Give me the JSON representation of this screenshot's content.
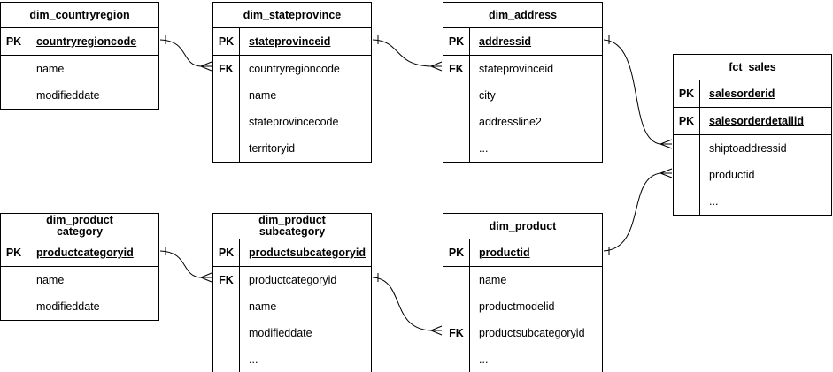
{
  "colors": {
    "line": "#000000",
    "text": "#000000",
    "background": "#ffffff"
  },
  "tables": [
    {
      "title": "dim_countryregion",
      "rows": [
        {
          "key": "PK",
          "name": "countryregioncode"
        },
        {
          "key": "",
          "name": "name"
        },
        {
          "key": "",
          "name": "modifieddate"
        }
      ]
    },
    {
      "title": "dim_stateprovince",
      "rows": [
        {
          "key": "PK",
          "name": "stateprovinceid"
        },
        {
          "key": "FK",
          "name": "countryregioncode"
        },
        {
          "key": "",
          "name": "name"
        },
        {
          "key": "",
          "name": "stateprovincecode"
        },
        {
          "key": "",
          "name": "territoryid"
        }
      ]
    },
    {
      "title": "dim_address",
      "rows": [
        {
          "key": "PK",
          "name": "addressid"
        },
        {
          "key": "FK",
          "name": "stateprovinceid"
        },
        {
          "key": "",
          "name": "city"
        },
        {
          "key": "",
          "name": "addressline2"
        },
        {
          "key": "",
          "name": "..."
        }
      ]
    },
    {
      "title": "fct_sales",
      "rows": [
        {
          "key": "PK",
          "name": "salesorderid"
        },
        {
          "key": "PK",
          "name": "salesorderdetailid"
        },
        {
          "key": "",
          "name": "shiptoaddressid"
        },
        {
          "key": "",
          "name": "productid"
        },
        {
          "key": "",
          "name": "..."
        }
      ]
    },
    {
      "title": "dim_product\ncategory",
      "rows": [
        {
          "key": "PK",
          "name": "productcategoryid"
        },
        {
          "key": "",
          "name": "name"
        },
        {
          "key": "",
          "name": "modifieddate"
        }
      ]
    },
    {
      "title": "dim_product\nsubcategory",
      "rows": [
        {
          "key": "PK",
          "name": "productsubcategoryid"
        },
        {
          "key": "FK",
          "name": "productcategoryid"
        },
        {
          "key": "",
          "name": "name"
        },
        {
          "key": "",
          "name": "modifieddate"
        },
        {
          "key": "",
          "name": "..."
        }
      ]
    },
    {
      "title": "dim_product",
      "rows": [
        {
          "key": "PK",
          "name": "productid"
        },
        {
          "key": "",
          "name": "name"
        },
        {
          "key": "",
          "name": "productmodelid"
        },
        {
          "key": "FK",
          "name": "productsubcategoryid"
        },
        {
          "key": "",
          "name": "..."
        }
      ]
    }
  ],
  "relationships": [
    {
      "from_table": "dim_countryregion",
      "from_column": "countryregioncode",
      "to_table": "dim_stateprovince",
      "to_column": "countryregioncode",
      "cardinality": "one-to-many"
    },
    {
      "from_table": "dim_stateprovince",
      "from_column": "stateprovinceid",
      "to_table": "dim_address",
      "to_column": "stateprovinceid",
      "cardinality": "one-to-many"
    },
    {
      "from_table": "dim_address",
      "from_column": "addressid",
      "to_table": "fct_sales",
      "to_column": "shiptoaddressid",
      "cardinality": "one-to-many"
    },
    {
      "from_table": "dim_product",
      "from_column": "productid",
      "to_table": "fct_sales",
      "to_column": "productid",
      "cardinality": "one-to-many"
    },
    {
      "from_table": "dim_product category",
      "from_column": "productcategoryid",
      "to_table": "dim_product subcategory",
      "to_column": "productcategoryid",
      "cardinality": "one-to-many"
    },
    {
      "from_table": "dim_product subcategory",
      "from_column": "productsubcategoryid",
      "to_table": "dim_product",
      "to_column": "productsubcategoryid",
      "cardinality": "one-to-many"
    }
  ]
}
